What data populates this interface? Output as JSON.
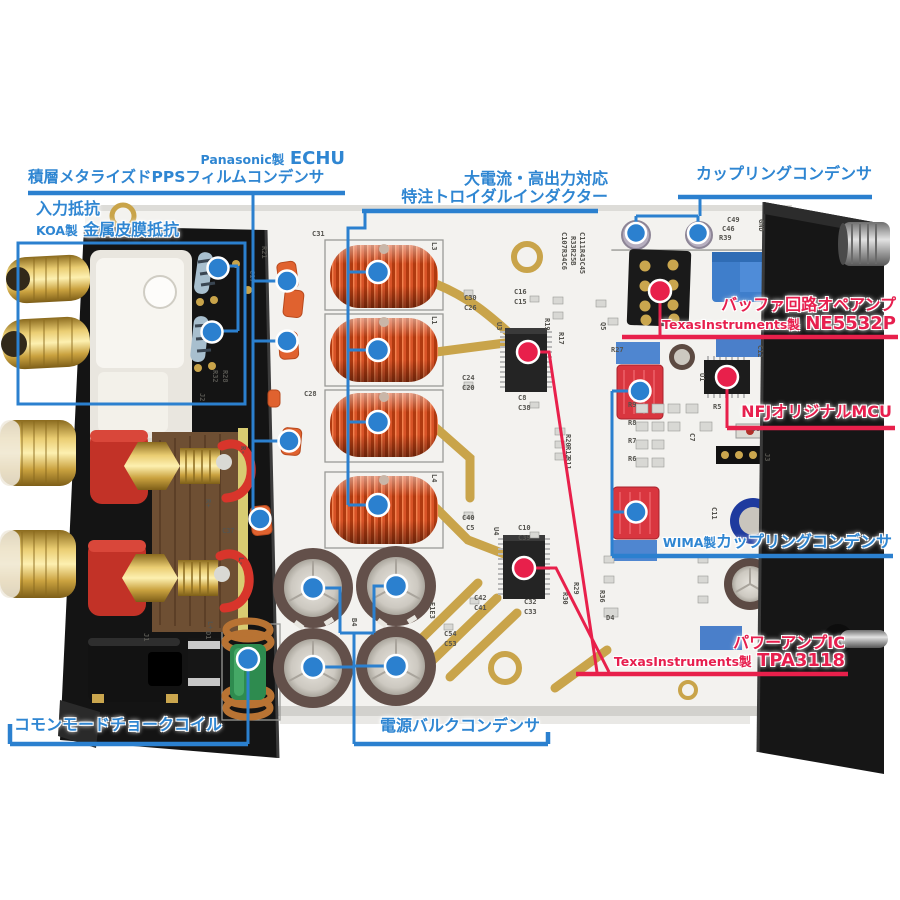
{
  "callouts": {
    "echu": {
      "maker": "Panasonic製",
      "part": "ECHU",
      "desc": "積層メタライズドPPSフィルムコンデンサ"
    },
    "input": {
      "title": "入力抵抗",
      "maker": "KOA製",
      "part": "金属皮膜抵抗"
    },
    "toroidal": {
      "line1": "大電流・高出力対応",
      "line2": "特注トロイダルインダクター"
    },
    "coupling": {
      "text": "カップリングコンデンサ"
    },
    "opamp": {
      "title": "バッファ回路オペアンプ",
      "maker": "TexasInstruments製",
      "part": "NE5532P"
    },
    "mcu": {
      "text": "NFJオリジナルMCU"
    },
    "wima": {
      "maker": "WIMA製",
      "text": "カップリングコンデンサ"
    },
    "poweramp": {
      "title": "パワーアンプIC",
      "maker": "TexasInstruments製",
      "part": "TPA3118"
    },
    "choke": {
      "text": "コモンモードチョークコイル"
    },
    "bulk": {
      "text": "電源バルクコンデンサ"
    }
  },
  "colors": {
    "callout_blue": "#2b80cf",
    "callout_red": "#e8204b",
    "label_blue": "#2f86d2",
    "label_red": "#e71f4e",
    "toroid_orange": "#d85327",
    "pcb_white": "#f3f2ef",
    "trace_gold": "#c9a44a"
  },
  "pcb": {
    "silkscreen": [
      [
        "C31",
        312,
        236,
        0
      ],
      [
        "L3",
        432,
        242,
        90
      ],
      [
        "L1",
        432,
        316,
        90
      ],
      [
        "L4",
        432,
        474,
        90
      ],
      [
        "C28",
        304,
        396,
        0
      ],
      [
        "C30",
        464,
        300,
        0
      ],
      [
        "C26",
        464,
        310,
        0
      ],
      [
        "U3",
        497,
        322,
        90
      ],
      [
        "C16",
        514,
        294,
        0
      ],
      [
        "C15",
        514,
        304,
        0
      ],
      [
        "R19",
        545,
        318,
        90
      ],
      [
        "Q5",
        601,
        322,
        90
      ],
      [
        "R27",
        611,
        352,
        0
      ],
      [
        "R17",
        559,
        332,
        90
      ],
      [
        "C24",
        462,
        380,
        0
      ],
      [
        "C20",
        462,
        390,
        0
      ],
      [
        "C8",
        518,
        400,
        0
      ],
      [
        "C38",
        518,
        410,
        0
      ],
      [
        "R20",
        566,
        434,
        90
      ],
      [
        "R12",
        566,
        446,
        90
      ],
      [
        "R11",
        566,
        457,
        90
      ],
      [
        "C40",
        462,
        520,
        0
      ],
      [
        "C5",
        466,
        530,
        0
      ],
      [
        "C10",
        518,
        530,
        0
      ],
      [
        "C39",
        518,
        540,
        0
      ],
      [
        "U4",
        494,
        527,
        90
      ],
      [
        "C42",
        474,
        600,
        0
      ],
      [
        "C41",
        474,
        610,
        0
      ],
      [
        "C32",
        524,
        604,
        0
      ],
      [
        "C33",
        524,
        614,
        0
      ],
      [
        "C54",
        444,
        636,
        0
      ],
      [
        "C53",
        444,
        646,
        0
      ],
      [
        "R30",
        563,
        592,
        90
      ],
      [
        "R29",
        574,
        582,
        90
      ],
      [
        "E1E3",
        430,
        602,
        90
      ],
      [
        "B4",
        352,
        618,
        90
      ],
      [
        "D4",
        606,
        620,
        0
      ],
      [
        "R36",
        600,
        590,
        90
      ],
      [
        "R-",
        241,
        446,
        90
      ],
      [
        "R+",
        206,
        499,
        90
      ],
      [
        "L-",
        239,
        557,
        90
      ],
      [
        "L+",
        208,
        621,
        90
      ],
      [
        "J2",
        200,
        393,
        90
      ],
      [
        "R32",
        213,
        370,
        90
      ],
      [
        "R28",
        223,
        370,
        90
      ],
      [
        "C17",
        250,
        270,
        90
      ],
      [
        "R21",
        262,
        246,
        90
      ],
      [
        "C37",
        222,
        533,
        0
      ],
      [
        "J1",
        144,
        633,
        90
      ],
      [
        "D1",
        206,
        631,
        90
      ],
      [
        "C49",
        727,
        222,
        0
      ],
      [
        "C46",
        722,
        231,
        0
      ],
      [
        "R39",
        719,
        240,
        0
      ],
      [
        "GND",
        759,
        219,
        90
      ],
      [
        "C12",
        758,
        345,
        90
      ],
      [
        "U1",
        700,
        373,
        90
      ],
      [
        "R5",
        713,
        409,
        0
      ],
      [
        "C7",
        690,
        433,
        90
      ],
      [
        "D3",
        752,
        431,
        0
      ],
      [
        "J3",
        765,
        453,
        90
      ],
      [
        "C11",
        712,
        507,
        90
      ],
      [
        "R9",
        628,
        407,
        0
      ],
      [
        "R8",
        628,
        425,
        0
      ],
      [
        "R7",
        628,
        443,
        0
      ],
      [
        "R6",
        628,
        461,
        0
      ],
      [
        "C107R34C6",
        562,
        232,
        90
      ],
      [
        "C111R43C45",
        580,
        232,
        90
      ],
      [
        "R33R25B",
        571,
        236,
        90
      ]
    ]
  }
}
